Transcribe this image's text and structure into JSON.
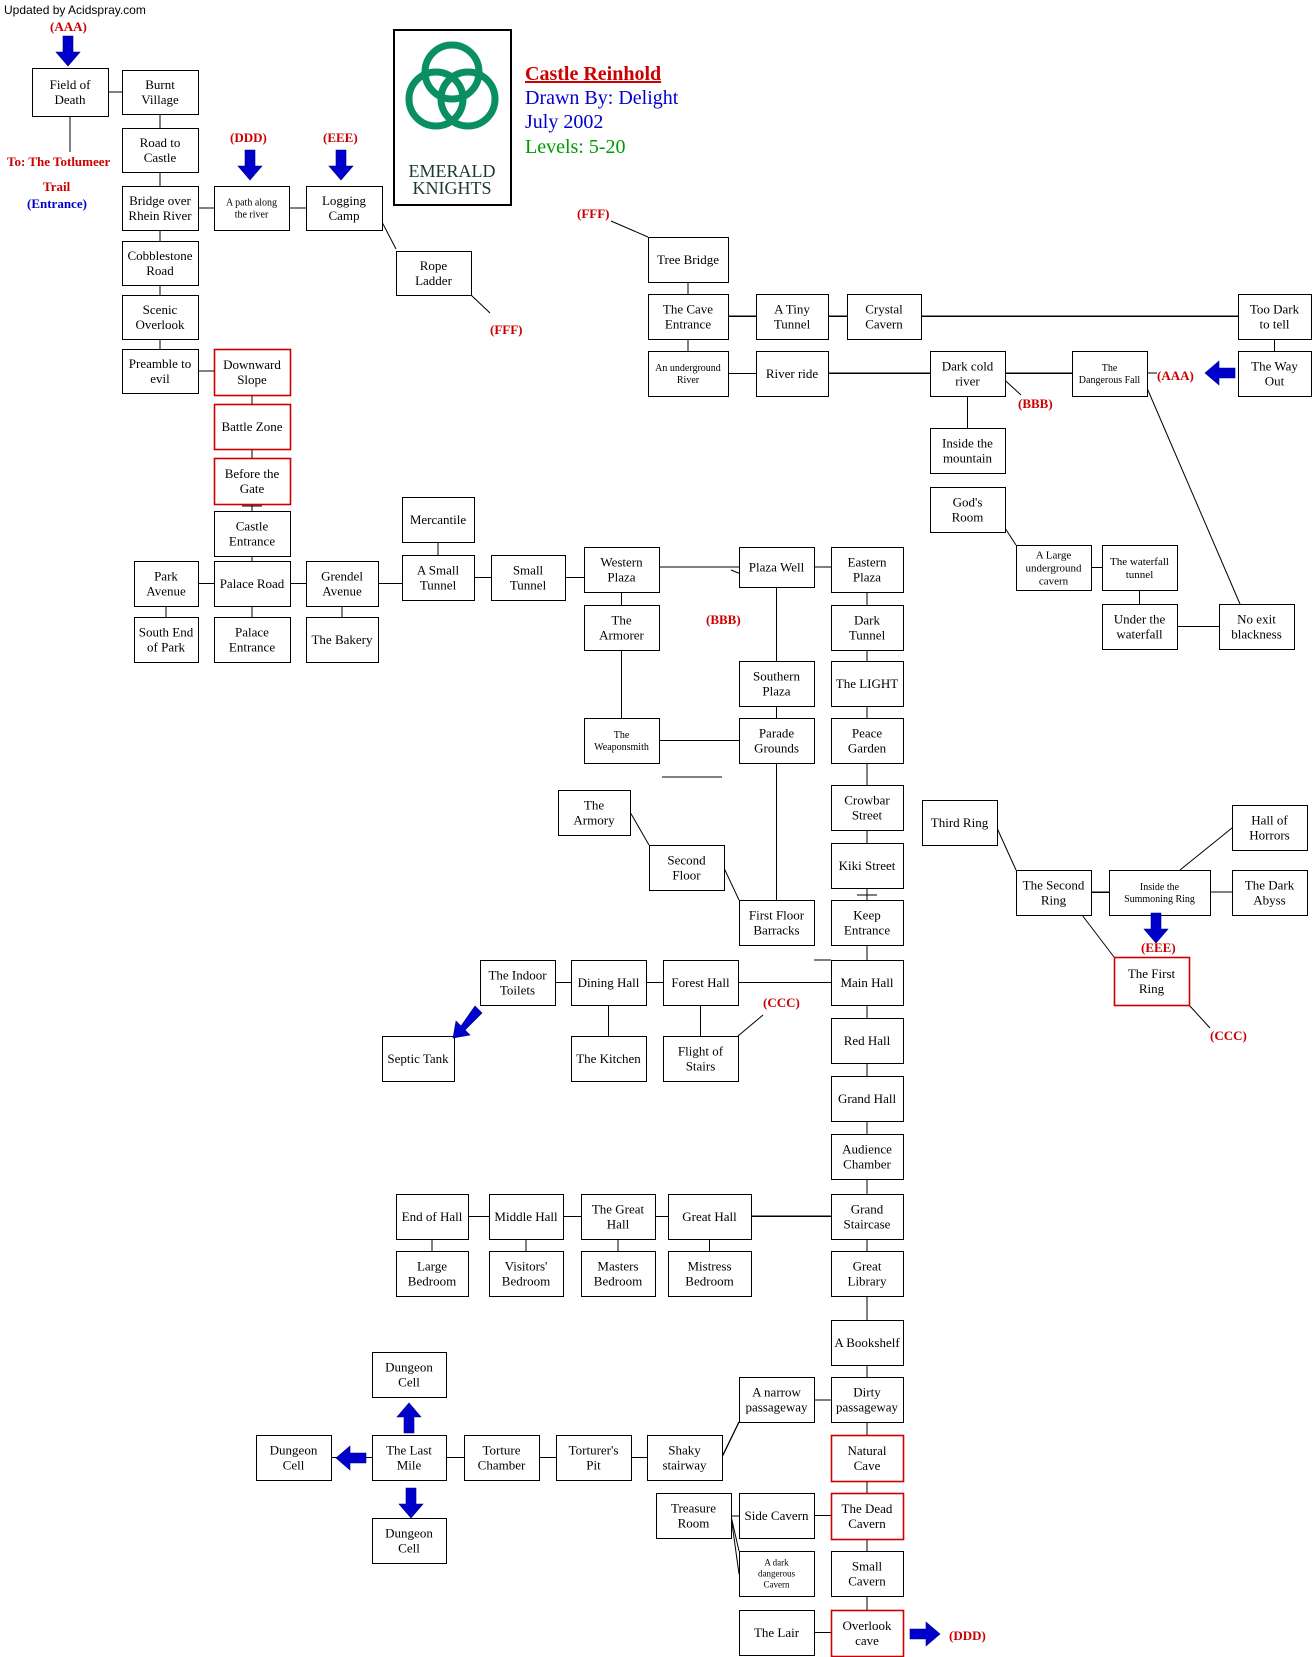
{
  "credit": "Updated by Acidspray.com",
  "title": {
    "name": "Castle Reinhold",
    "drawn_by": "Drawn By:  Delight",
    "date": "July 2002",
    "levels": "Levels: 5-20",
    "colors": {
      "name": "#cc0000",
      "drawn_by": "#0000cc",
      "date": "#0000cc",
      "levels": "#009900"
    }
  },
  "logo": {
    "line1": "EMERALD",
    "line2": "KNIGHTS",
    "icon": "celtic-triquetra-icon",
    "color": "#0a9060"
  },
  "side_notes": {
    "to_line": "To: The Totlumeer",
    "trail": "Trail",
    "entrance": "(Entrance)"
  },
  "rooms": [
    {
      "id": "field-of-death",
      "label": "Field of\nDeath"
    },
    {
      "id": "burnt-village",
      "label": "Burnt\nVillage"
    },
    {
      "id": "road-to-castle",
      "label": "Road to\nCastle"
    },
    {
      "id": "bridge-over-rhein",
      "label": "Bridge over\nRhein River"
    },
    {
      "id": "path-along-river",
      "label": "A path along\nthe river",
      "small": true
    },
    {
      "id": "logging-camp",
      "label": "Logging\nCamp"
    },
    {
      "id": "rope-ladder",
      "label": "Rope\nLadder"
    },
    {
      "id": "cobblestone-road",
      "label": "Cobblestone\nRoad"
    },
    {
      "id": "scenic-overlook",
      "label": "Scenic\nOverlook"
    },
    {
      "id": "preamble-to-evil",
      "label": "Preamble to\nevil"
    },
    {
      "id": "downward-slope",
      "label": "Downward\nSlope",
      "red": true
    },
    {
      "id": "battle-zone",
      "label": "Battle Zone",
      "red": true
    },
    {
      "id": "before-the-gate",
      "label": "Before the\nGate",
      "red": true
    },
    {
      "id": "castle-entrance",
      "label": "Castle\nEntrance"
    },
    {
      "id": "park-avenue",
      "label": "Park\nAvenue"
    },
    {
      "id": "palace-road",
      "label": "Palace Road"
    },
    {
      "id": "grendel-avenue",
      "label": "Grendel\nAvenue"
    },
    {
      "id": "south-end-of-park",
      "label": "South End\nof Park"
    },
    {
      "id": "palace-entrance",
      "label": "Palace\nEntrance"
    },
    {
      "id": "the-bakery",
      "label": "The Bakery"
    },
    {
      "id": "mercantile",
      "label": "Mercantile"
    },
    {
      "id": "a-small-tunnel",
      "label": "A Small\nTunnel"
    },
    {
      "id": "small-tunnel",
      "label": "Small\nTunnel"
    },
    {
      "id": "western-plaza",
      "label": "Western\nPlaza"
    },
    {
      "id": "the-armorer",
      "label": "The\nArmorer"
    },
    {
      "id": "the-weaponsmith",
      "label": "The\nWeaponsmith",
      "small2": true
    },
    {
      "id": "plaza-well",
      "label": "Plaza Well"
    },
    {
      "id": "southern-plaza",
      "label": "Southern\nPlaza"
    },
    {
      "id": "parade-grounds",
      "label": "Parade\nGrounds"
    },
    {
      "id": "eastern-plaza",
      "label": "Eastern\nPlaza"
    },
    {
      "id": "dark-tunnel",
      "label": "Dark\nTunnel"
    },
    {
      "id": "the-light",
      "label": "The LIGHT"
    },
    {
      "id": "peace-garden",
      "label": "Peace\nGarden"
    },
    {
      "id": "crowbar-street",
      "label": "Crowbar\nStreet"
    },
    {
      "id": "kiki-street",
      "label": "Kiki Street"
    },
    {
      "id": "keep-entrance",
      "label": "Keep\nEntrance"
    },
    {
      "id": "the-armory",
      "label": "The\nArmory"
    },
    {
      "id": "second-floor",
      "label": "Second\nFloor"
    },
    {
      "id": "first-floor-barracks",
      "label": "First Floor\nBarracks"
    },
    {
      "id": "tree-bridge",
      "label": "Tree Bridge"
    },
    {
      "id": "the-cave-entrance",
      "label": "The Cave\nEntrance"
    },
    {
      "id": "a-tiny-tunnel",
      "label": "A Tiny\nTunnel"
    },
    {
      "id": "crystal-cavern",
      "label": "Crystal\nCavern"
    },
    {
      "id": "too-dark-to-tell",
      "label": "Too Dark\nto tell"
    },
    {
      "id": "an-underground-river",
      "label": "An underground\nRiver",
      "small": true
    },
    {
      "id": "river-ride",
      "label": "River ride"
    },
    {
      "id": "dark-cold-river",
      "label": "Dark cold\nriver"
    },
    {
      "id": "the-dangerous-fall",
      "label": "The\nDangerous Fall",
      "small2": true
    },
    {
      "id": "the-way-out",
      "label": "The Way\nOut"
    },
    {
      "id": "inside-the-mountain",
      "label": "Inside the\nmountain"
    },
    {
      "id": "gods-room",
      "label": "God's\nRoom"
    },
    {
      "id": "a-large-underground-cavern",
      "label": "A Large\nunderground\ncavern",
      "small3": true
    },
    {
      "id": "the-waterfall-tunnel",
      "label": "The waterfall\ntunnel",
      "small4": true
    },
    {
      "id": "under-the-waterfall",
      "label": "Under the\nwaterfall"
    },
    {
      "id": "no-exit-blackness",
      "label": "No exit\nblackness"
    },
    {
      "id": "third-ring",
      "label": "Third Ring"
    },
    {
      "id": "hall-of-horrors",
      "label": "Hall of\nHorrors"
    },
    {
      "id": "the-second-ring",
      "label": "The Second\nRing"
    },
    {
      "id": "inside-summoning-ring",
      "label": "Inside the\nSummoning Ring",
      "small": true
    },
    {
      "id": "the-dark-abyss",
      "label": "The Dark\nAbyss"
    },
    {
      "id": "the-first-ring",
      "label": "The First\nRing",
      "red": true
    },
    {
      "id": "the-indoor-toilets",
      "label": "The Indoor\nToilets"
    },
    {
      "id": "dining-hall",
      "label": "Dining Hall"
    },
    {
      "id": "forest-hall",
      "label": "Forest Hall"
    },
    {
      "id": "main-hall",
      "label": "Main Hall"
    },
    {
      "id": "septic-tank",
      "label": "Septic Tank"
    },
    {
      "id": "the-kitchen",
      "label": "The Kitchen"
    },
    {
      "id": "flight-of-stairs",
      "label": "Flight of\nStairs"
    },
    {
      "id": "red-hall",
      "label": "Red Hall"
    },
    {
      "id": "grand-hall",
      "label": "Grand Hall"
    },
    {
      "id": "audience-chamber",
      "label": "Audience\nChamber"
    },
    {
      "id": "end-of-hall",
      "label": "End of Hall"
    },
    {
      "id": "middle-hall",
      "label": "Middle Hall"
    },
    {
      "id": "the-great-hall",
      "label": "The Great\nHall"
    },
    {
      "id": "great-hall",
      "label": "Great Hall"
    },
    {
      "id": "grand-staircase",
      "label": "Grand\nStaircase"
    },
    {
      "id": "large-bedroom",
      "label": "Large\nBedroom"
    },
    {
      "id": "visitors-bedroom",
      "label": "Visitors'\nBedroom"
    },
    {
      "id": "masters-bedroom",
      "label": "Masters\nBedroom"
    },
    {
      "id": "mistress-bedroom",
      "label": "Mistress\nBedroom"
    },
    {
      "id": "great-library",
      "label": "Great\nLibrary"
    },
    {
      "id": "a-bookshelf",
      "label": "A Bookshelf"
    },
    {
      "id": "dungeon-cell-top",
      "label": "Dungeon\nCell"
    },
    {
      "id": "a-narrow-passageway",
      "label": "A narrow\npassageway"
    },
    {
      "id": "dirty-passageway",
      "label": "Dirty\npassageway"
    },
    {
      "id": "dungeon-cell-left",
      "label": "Dungeon\nCell"
    },
    {
      "id": "the-last-mile",
      "label": "The Last\nMile"
    },
    {
      "id": "torture-chamber",
      "label": "Torture\nChamber"
    },
    {
      "id": "torturers-pit",
      "label": "Torturer's\nPit"
    },
    {
      "id": "shaky-stairway",
      "label": "Shaky\nstairway"
    },
    {
      "id": "natural-cave",
      "label": "Natural\nCave",
      "red": true
    },
    {
      "id": "treasure-room",
      "label": "Treasure\nRoom"
    },
    {
      "id": "side-cavern",
      "label": "Side Cavern"
    },
    {
      "id": "the-dead-cavern",
      "label": "The Dead\nCavern",
      "red": true
    },
    {
      "id": "dungeon-cell-bottom",
      "label": "Dungeon\nCell"
    },
    {
      "id": "a-dark-dangerous-cavern",
      "label": "A dark\ndangerous\nCavern",
      "small5": true
    },
    {
      "id": "small-cavern",
      "label": "Small\nCavern"
    },
    {
      "id": "the-lair",
      "label": "The Lair"
    },
    {
      "id": "overlook-cave",
      "label": "Overlook\ncave",
      "red": true
    }
  ],
  "markers": [
    {
      "id": "aaa-top",
      "text": "(AAA)",
      "color": "#cc0000"
    },
    {
      "id": "ddd-top",
      "text": "(DDD)",
      "color": "#cc0000"
    },
    {
      "id": "eee-top",
      "text": "(EEE)",
      "color": "#cc0000"
    },
    {
      "id": "fff-rope",
      "text": "(FFF)",
      "color": "#cc0000"
    },
    {
      "id": "fff-tree",
      "text": "(FFF)",
      "color": "#cc0000"
    },
    {
      "id": "aaa-right",
      "text": "(AAA)",
      "color": "#cc0000"
    },
    {
      "id": "bbb-mountain",
      "text": "(BBB)",
      "color": "#cc0000"
    },
    {
      "id": "bbb-plaza",
      "text": "(BBB)",
      "color": "#cc0000"
    },
    {
      "id": "eee-ring",
      "text": "(EEE)",
      "color": "#cc0000"
    },
    {
      "id": "ccc-stairs",
      "text": "(CCC)",
      "color": "#cc0000"
    },
    {
      "id": "ccc-ring",
      "text": "(CCC)",
      "color": "#cc0000"
    },
    {
      "id": "ddd-bottom",
      "text": "(DDD)",
      "color": "#cc0000"
    }
  ],
  "arrow_color": "#0000cc"
}
